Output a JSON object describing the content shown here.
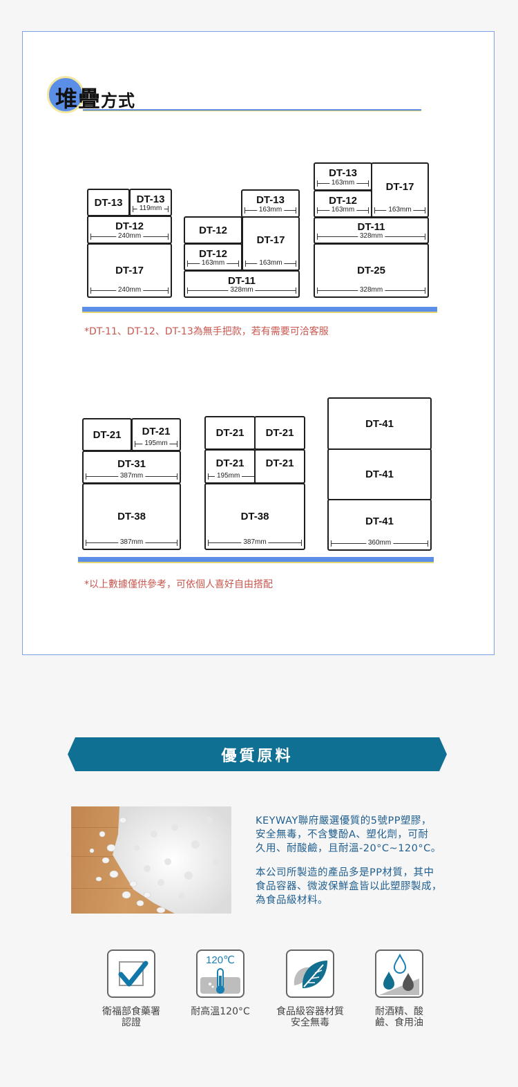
{
  "stacking": {
    "title_char": "堆",
    "title_rest": "疊",
    "title_small": "方式",
    "note1": "*DT-11、DT-12、DT-13為無手把款，若有需要可洽客服",
    "note2": "*以上數據僅供參考，可依個人喜好自由搭配",
    "group1": [
      {
        "label": "DT-13"
      },
      {
        "label": "DT-13",
        "dim": "119mm"
      },
      {
        "label": "DT-12",
        "dim": "240mm"
      },
      {
        "label": "DT-17",
        "dim": "240mm"
      }
    ],
    "group2": [
      {
        "label": "DT-13",
        "dim": "163mm"
      },
      {
        "label": "DT-12"
      },
      {
        "label": "DT-17",
        "dim": "163mm"
      },
      {
        "label": "DT-12",
        "dim": "163mm"
      },
      {
        "label": "DT-11",
        "dim": "328mm"
      }
    ],
    "group3": [
      {
        "label": "DT-13",
        "dim": "163mm"
      },
      {
        "label": "DT-17",
        "dim": "163mm"
      },
      {
        "label": "DT-12",
        "dim": "163mm"
      },
      {
        "label": "DT-11",
        "dim": "328mm"
      },
      {
        "label": "DT-25",
        "dim": "328mm"
      }
    ],
    "group4": [
      {
        "label": "DT-21"
      },
      {
        "label": "DT-21",
        "dim": "195mm"
      },
      {
        "label": "DT-31",
        "dim": "387mm"
      },
      {
        "label": "DT-38",
        "dim": "387mm"
      }
    ],
    "group5": [
      {
        "label": "DT-21"
      },
      {
        "label": "DT-21"
      },
      {
        "label": "DT-21",
        "dim": "195mm"
      },
      {
        "label": "DT-21"
      },
      {
        "label": "DT-38",
        "dim": "387mm"
      }
    ],
    "group6": [
      {
        "label": "DT-41"
      },
      {
        "label": "DT-41"
      },
      {
        "label": "DT-41",
        "dim": "360mm"
      }
    ]
  },
  "material": {
    "banner": "優質原料",
    "para1": [
      "KEYWAY聯府嚴選優質的5號PP塑膠，",
      "安全無毒，不含雙酚A、塑化劑，可耐",
      "久用、耐酸鹼，且耐溫-20°C~120°C。"
    ],
    "para2": [
      "本公司所製造的產品多是PP材質，其中",
      "食品容器、微波保鮮盒皆以此塑膠製成，",
      "為食品級材料。"
    ]
  },
  "features": [
    {
      "icon": "checkmark-icon",
      "lines": [
        "衛福部食藥署",
        "認證"
      ]
    },
    {
      "icon": "thermometer-icon",
      "icon_text": "120℃",
      "lines": [
        "耐高溫120°C"
      ]
    },
    {
      "icon": "leaf-icon",
      "lines": [
        "食品級容器材質",
        "安全無毒"
      ]
    },
    {
      "icon": "droplets-icon",
      "lines": [
        "耐酒精、酸",
        "鹼、食用油"
      ]
    }
  ],
  "colors": {
    "accent_blue": "#5b8ee6",
    "banner_teal": "#0f7094",
    "note_red": "#c8574f",
    "text_blue": "#1f5e8f"
  }
}
